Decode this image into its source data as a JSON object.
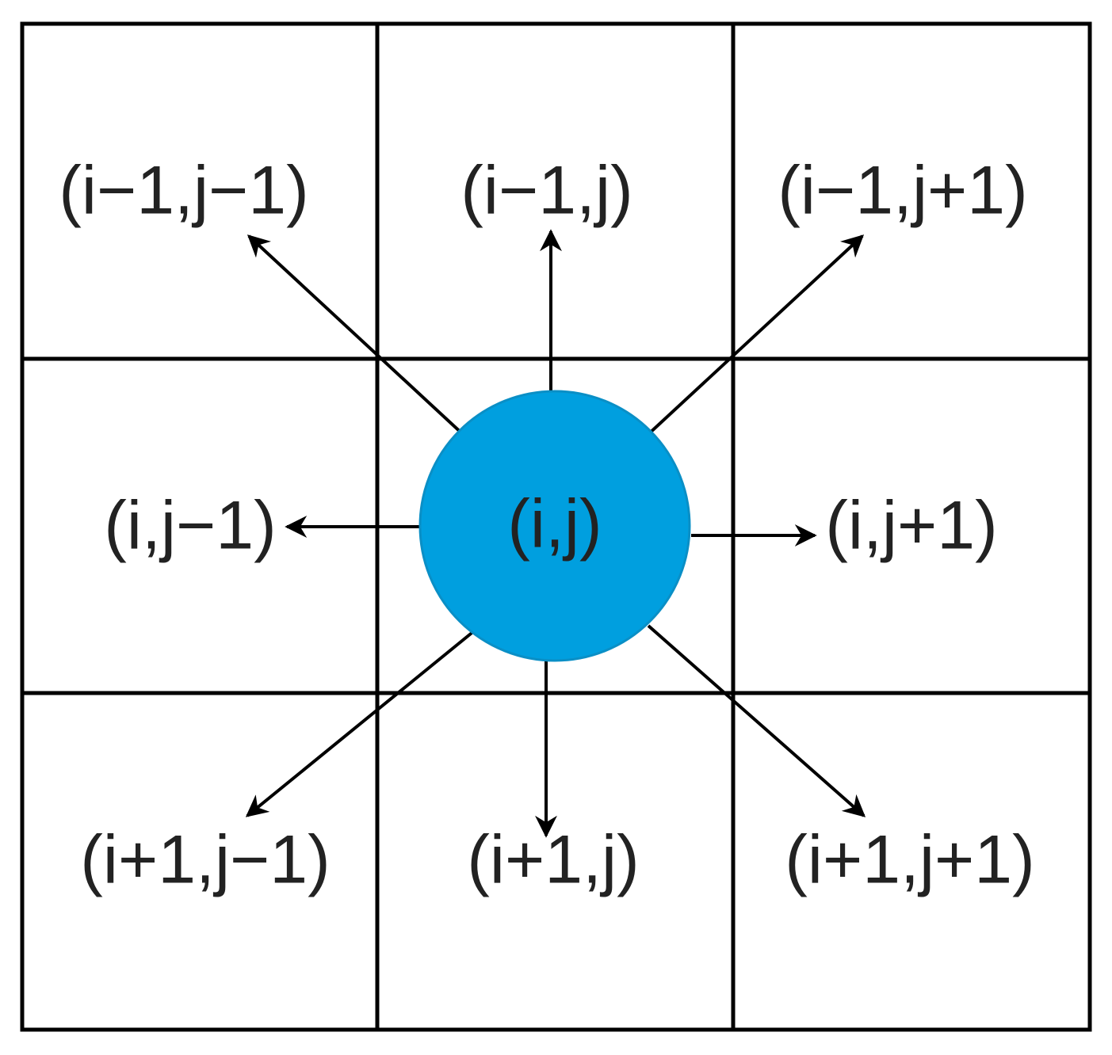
{
  "colors": {
    "node_fill": "#009fdf",
    "node_stroke": "#0a8fc6",
    "line": "#000000",
    "text": "#222222"
  },
  "center": {
    "label": "(i,j)"
  },
  "neighbors": [
    {
      "key": "top_left",
      "label": "(i−1,j−1)"
    },
    {
      "key": "top",
      "label": "(i−1,j)"
    },
    {
      "key": "top_right",
      "label": "(i−1,j+1)"
    },
    {
      "key": "left",
      "label": "(i,j−1)"
    },
    {
      "key": "right",
      "label": "(i,j+1)"
    },
    {
      "key": "bottom_left",
      "label": "(i+1,j−1)"
    },
    {
      "key": "bottom",
      "label": "(i+1,j)"
    },
    {
      "key": "bottom_right",
      "label": "(i+1,j+1)"
    }
  ]
}
